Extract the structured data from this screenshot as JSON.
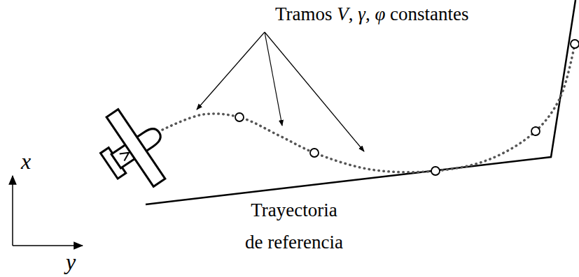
{
  "diagram": {
    "labels": [
      "Tramos V, γ, φ constantes",
      "Trayectoria de referencia",
      "x",
      "y"
    ]
  }
}
